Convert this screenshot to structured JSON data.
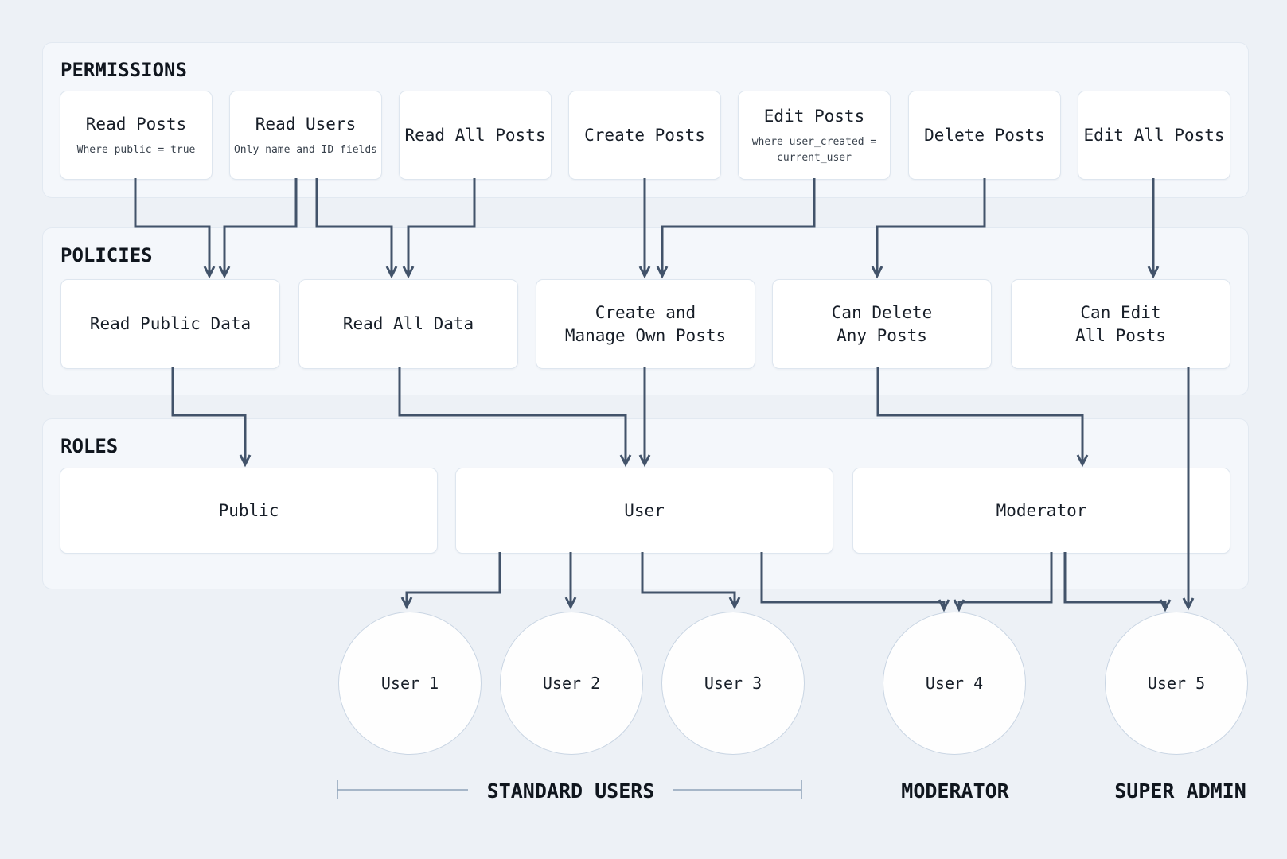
{
  "colors": {
    "arrow": "#42536a",
    "bracket": "#8ea3b8",
    "background": "#edf1f6"
  },
  "permissions": {
    "title": "PERMISSIONS",
    "items": [
      {
        "title": "Read Posts",
        "subtitle": "Where public = true"
      },
      {
        "title": "Read Users",
        "subtitle": "Only name and ID fields"
      },
      {
        "title": "Read All Posts",
        "subtitle": ""
      },
      {
        "title": "Create Posts",
        "subtitle": ""
      },
      {
        "title": "Edit Posts",
        "subtitle": "where user_created =\ncurrent_user"
      },
      {
        "title": "Delete Posts",
        "subtitle": ""
      },
      {
        "title": "Edit All Posts",
        "subtitle": ""
      }
    ]
  },
  "policies": {
    "title": "POLICIES",
    "items": [
      {
        "title": "Read Public Data"
      },
      {
        "title": "Read All Data"
      },
      {
        "title": "Create and\nManage Own Posts"
      },
      {
        "title": "Can Delete\nAny Posts"
      },
      {
        "title": "Can Edit\nAll Posts"
      }
    ]
  },
  "roles": {
    "title": "ROLES",
    "items": [
      {
        "label": "Public"
      },
      {
        "label": "User"
      },
      {
        "label": "Moderator"
      }
    ]
  },
  "users": {
    "items": [
      {
        "label": "User 1"
      },
      {
        "label": "User 2"
      },
      {
        "label": "User 3"
      },
      {
        "label": "User 4"
      },
      {
        "label": "User 5"
      }
    ]
  },
  "groups": {
    "standard": "STANDARD USERS",
    "moderator": "MODERATOR",
    "super_admin": "SUPER ADMIN"
  }
}
